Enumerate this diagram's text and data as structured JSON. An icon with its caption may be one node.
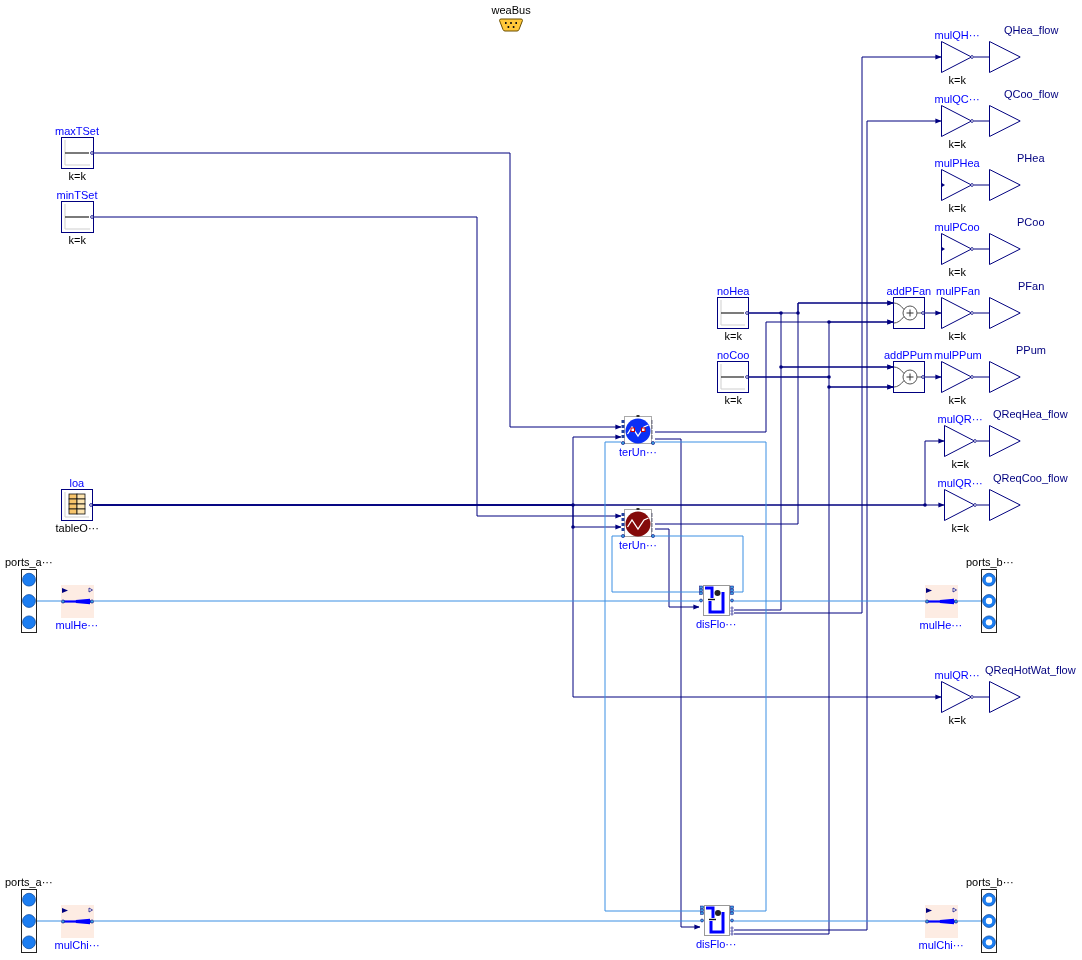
{
  "diagram": {
    "nodes": [
      {
        "text": [
          "weaBus"
        ]
      },
      {
        "text": [
          "maxTSet",
          "k=k"
        ]
      },
      {
        "text": [
          "minTSet",
          "k=k"
        ]
      },
      {
        "text": [
          "noHea",
          "k=k"
        ]
      },
      {
        "text": [
          "noCoo",
          "k=k"
        ]
      },
      {
        "text": [
          "loa",
          "tableO···"
        ]
      },
      {
        "text": [
          "terUn···"
        ]
      },
      {
        "text": [
          "terUn···"
        ]
      },
      {
        "text": [
          "ports_a···"
        ]
      },
      {
        "text": [
          "mulHe···"
        ]
      },
      {
        "text": [
          "disFlo···"
        ]
      },
      {
        "text": [
          "mulHe···"
        ]
      },
      {
        "text": [
          "ports_b···"
        ]
      },
      {
        "text": [
          "ports_a···"
        ]
      },
      {
        "text": [
          "mulChi···"
        ]
      },
      {
        "text": [
          "disFlo···"
        ]
      },
      {
        "text": [
          "mulChi···"
        ]
      },
      {
        "text": [
          "ports_b···"
        ]
      },
      {
        "text": [
          "mulQH···",
          "k=k"
        ]
      },
      {
        "text": [
          "QHea_flow"
        ]
      },
      {
        "text": [
          "mulQC···",
          "k=k"
        ]
      },
      {
        "text": [
          "QCoo_flow"
        ]
      },
      {
        "text": [
          "mulPHea",
          "k=k"
        ]
      },
      {
        "text": [
          "PHea"
        ]
      },
      {
        "text": [
          "mulPCoo",
          "k=k"
        ]
      },
      {
        "text": [
          "PCoo"
        ]
      },
      {
        "text": [
          "addPFan"
        ]
      },
      {
        "text": [
          "mulPFan",
          "k=k"
        ]
      },
      {
        "text": [
          "PFan"
        ]
      },
      {
        "text": [
          "addPPum"
        ]
      },
      {
        "text": [
          "mulPPum",
          "k=k"
        ]
      },
      {
        "text": [
          "PPum"
        ]
      },
      {
        "text": [
          "mulQR···",
          "k=k"
        ]
      },
      {
        "text": [
          "QReqHea_flow"
        ]
      },
      {
        "text": [
          "mulQR···",
          "k=k"
        ]
      },
      {
        "text": [
          "QReqCoo_flow"
        ]
      },
      {
        "text": [
          "mulQR···",
          "k=k"
        ]
      },
      {
        "text": [
          "QReqHotWat_flow"
        ]
      }
    ],
    "edges": [
      {
        "from": 1,
        "to": 6,
        "arrow": "to"
      },
      {
        "from": 2,
        "to": 7,
        "arrow": "to"
      },
      {
        "from": 5,
        "to": 34,
        "arrow": "to"
      },
      {
        "from": 5,
        "to": 32,
        "arrow": "to"
      },
      {
        "from": 5,
        "to": 6,
        "arrow": "to"
      },
      {
        "from": 5,
        "to": 7,
        "arrow": "to"
      },
      {
        "from": 5,
        "to": 36,
        "arrow": "to"
      },
      {
        "from": 7,
        "to": 26,
        "arrow": "to"
      },
      {
        "from": 6,
        "to": 26,
        "arrow": "to"
      },
      {
        "from": 3,
        "to": 26,
        "arrow": "to"
      },
      {
        "from": 3,
        "to": 29,
        "arrow": "to"
      },
      {
        "from": 4,
        "to": 26,
        "arrow": "to"
      },
      {
        "from": 4,
        "to": 29,
        "arrow": "to"
      },
      {
        "from": 10,
        "to": 29,
        "arrow": "to"
      },
      {
        "from": 15,
        "to": 29,
        "arrow": "to"
      },
      {
        "from": 10,
        "to": 18,
        "arrow": "to"
      },
      {
        "from": 15,
        "to": 20,
        "arrow": "to"
      },
      {
        "from": 6,
        "to": 15,
        "arrow": "to"
      },
      {
        "from": 7,
        "to": 10,
        "arrow": "to"
      },
      {
        "from": 8,
        "to": 9,
        "arrow": "none",
        "color": "#3a8fe3"
      },
      {
        "from": 9,
        "to": 10,
        "arrow": "none",
        "color": "#3a8fe3"
      },
      {
        "from": 10,
        "to": 11,
        "arrow": "none",
        "color": "#3a8fe3"
      },
      {
        "from": 11,
        "to": 12,
        "arrow": "none",
        "color": "#3a8fe3"
      },
      {
        "from": 13,
        "to": 14,
        "arrow": "none",
        "color": "#3a8fe3"
      },
      {
        "from": 14,
        "to": 15,
        "arrow": "none",
        "color": "#3a8fe3"
      },
      {
        "from": 15,
        "to": 16,
        "arrow": "none",
        "color": "#3a8fe3"
      },
      {
        "from": 16,
        "to": 17,
        "arrow": "none",
        "color": "#3a8fe3"
      },
      {
        "from": 6,
        "to": 15,
        "arrow": "none",
        "color": "#3a8fe3"
      },
      {
        "from": 15,
        "to": 6,
        "arrow": "none",
        "color": "#3a8fe3"
      },
      {
        "from": 7,
        "to": 10,
        "arrow": "none",
        "color": "#3a8fe3"
      },
      {
        "from": 10,
        "to": 7,
        "arrow": "none",
        "color": "#3a8fe3"
      },
      {
        "from": 18,
        "to": 19,
        "arrow": "none"
      },
      {
        "from": 20,
        "to": 21,
        "arrow": "none"
      },
      {
        "from": 22,
        "to": 23,
        "arrow": "none"
      },
      {
        "from": 24,
        "to": 25,
        "arrow": "none"
      },
      {
        "from": 26,
        "to": 27,
        "arrow": "to"
      },
      {
        "from": 27,
        "to": 28,
        "arrow": "none"
      },
      {
        "from": 29,
        "to": 30,
        "arrow": "to"
      },
      {
        "from": 30,
        "to": 31,
        "arrow": "none"
      },
      {
        "from": 32,
        "to": 33,
        "arrow": "none"
      },
      {
        "from": 34,
        "to": 35,
        "arrow": "none"
      },
      {
        "from": 36,
        "to": 37,
        "arrow": "none"
      }
    ]
  }
}
